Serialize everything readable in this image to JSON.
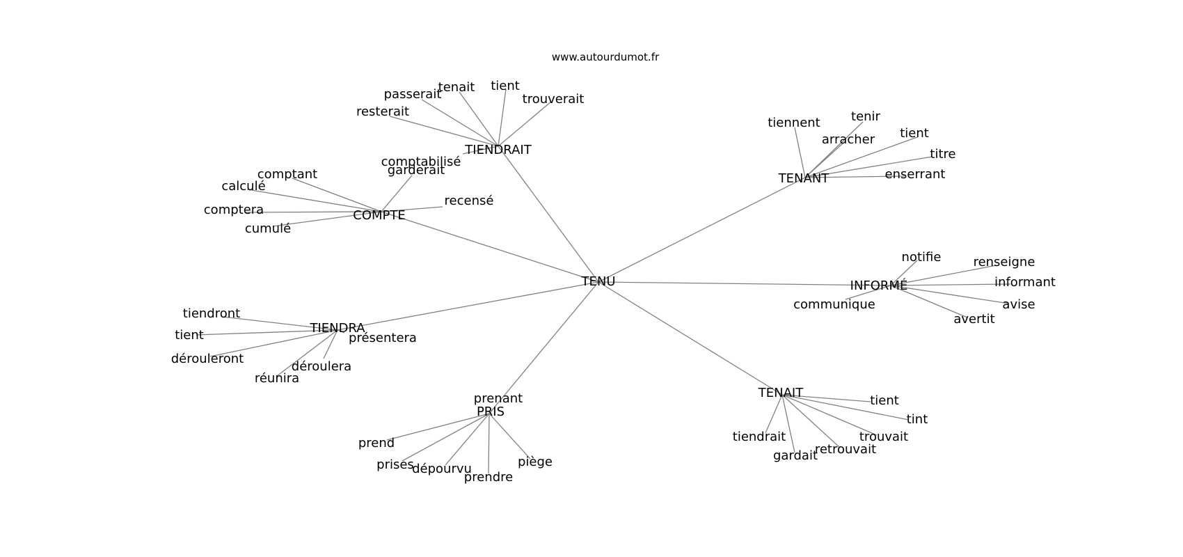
{
  "source_label": "www.autourdumot.fr",
  "center": "TENU",
  "clusters": [
    {
      "key": "tiendrait",
      "label": "TIENDRAIT",
      "words": [
        "passerait",
        "tenait",
        "tient",
        "trouverait",
        "resterait",
        "comptabilisé"
      ]
    },
    {
      "key": "compte",
      "label": "COMPTE",
      "words": [
        "comptant",
        "calculé",
        "comptera",
        "cumulé",
        "garderait",
        "recensé"
      ]
    },
    {
      "key": "tenant",
      "label": "TENANT",
      "words": [
        "tiennent",
        "tenir",
        "arracher",
        "tient",
        "titre",
        "enserrant"
      ]
    },
    {
      "key": "informe",
      "label": "INFORMÉ",
      "words": [
        "notifie",
        "renseigne",
        "informant",
        "avise",
        "avertit",
        "communique"
      ]
    },
    {
      "key": "tiendra",
      "label": "TIENDRA",
      "words": [
        "tiendront",
        "tient",
        "dérouleront",
        "déroulera",
        "réunira",
        "présentera"
      ]
    },
    {
      "key": "pris",
      "label": "PRIS",
      "words": [
        "prenant",
        "prend",
        "prises",
        "dépourvu",
        "prendre",
        "piège"
      ]
    },
    {
      "key": "tenait",
      "label": "TENAIT",
      "words": [
        "tient",
        "tint",
        "trouvait",
        "retrouvait",
        "gardait",
        "tiendrait"
      ]
    }
  ]
}
